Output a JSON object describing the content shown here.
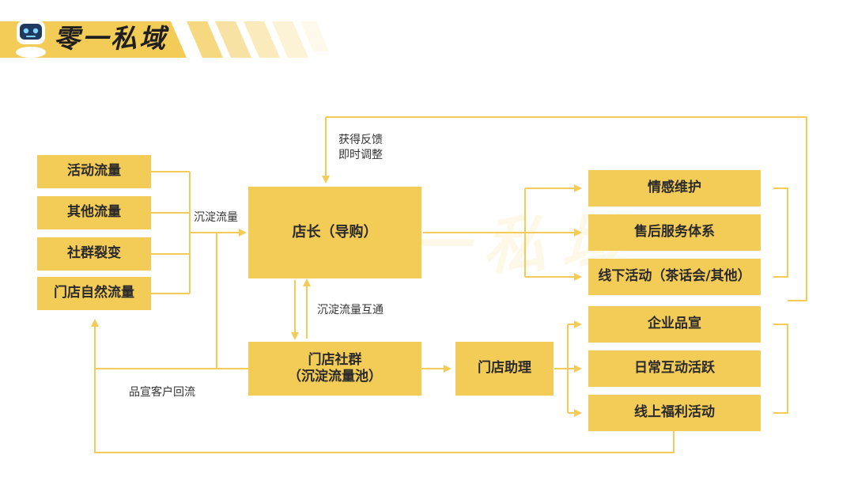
{
  "brand": {
    "name": "零一私域",
    "watermark": "零一私域"
  },
  "sources": [
    "活动流量",
    "其他流量",
    "社群裂变",
    "门店自然流量"
  ],
  "labels": {
    "settle_traffic": "沉淀流量",
    "feedback_line1": "获得反馈",
    "feedback_line2": "即时调整",
    "mutual": "沉淀流量互通",
    "return_flow": "品宣客户回流"
  },
  "manager": "店长（导购）",
  "community": {
    "line1": "门店社群",
    "line2": "（沉淀流量池）"
  },
  "assistant": "门店助理",
  "manager_actions": [
    "情感维护",
    "售后服务体系",
    "线下活动（茶话会/其他）"
  ],
  "assistant_actions": [
    "企业品宣",
    "日常互动活跃",
    "线上福利活动"
  ],
  "colors": {
    "accent": "#f3cb57",
    "line": "#f3cb57",
    "text": "#2a2a2a"
  }
}
